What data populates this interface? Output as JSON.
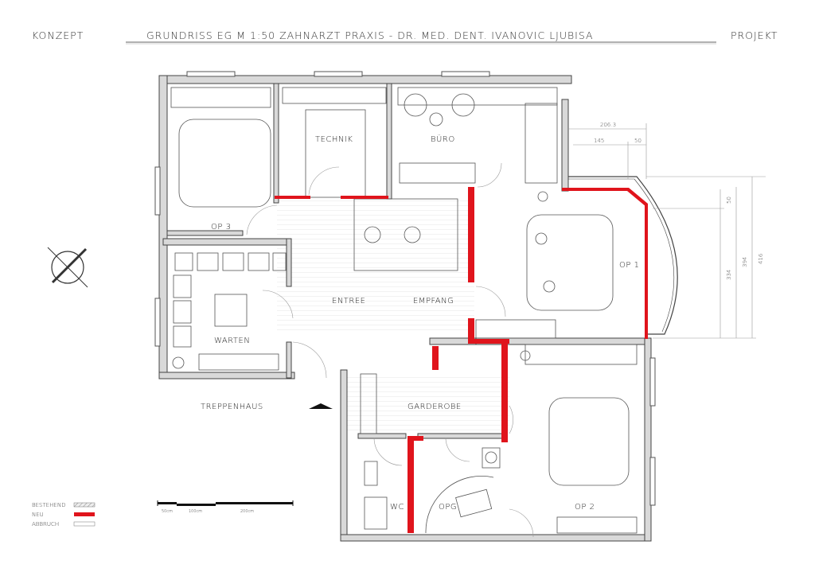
{
  "header": {
    "left": "KONZEPT",
    "title": "GRUNDRISS EG   M 1:50   ZAHNARZT PRAXIS   -   DR. MED. DENT. IVANOVIC LJUBISA",
    "right": "PROJEKT"
  },
  "rooms": {
    "op3": "OP 3",
    "technik": "TECHNIK",
    "buero": "BÜRO",
    "op1": "OP 1",
    "entree": "ENTREE",
    "empfang": "EMPFANG",
    "warten": "WARTEN",
    "treppenhaus": "TREPPENHAUS",
    "garderobe": "GARDEROBE",
    "wc": "WC",
    "opg": "OPG",
    "op2": "OP 2"
  },
  "dimensions": {
    "top_total": "206.3",
    "top_a": "145",
    "top_b": "50",
    "right_a": "50",
    "right_b": "334",
    "right_c": "394",
    "right_d": "416"
  },
  "legend": {
    "bestehend": "BESTEHEND",
    "neu": "NEU",
    "abbruch": "ABBRUCH",
    "colors": {
      "bestehend": "#cccccc",
      "neu": "#e0141c",
      "abbruch": "#ffffff"
    }
  },
  "scale_bar": {
    "label_1": "50cm",
    "label_2": "100cm",
    "label_3": "200cm"
  }
}
